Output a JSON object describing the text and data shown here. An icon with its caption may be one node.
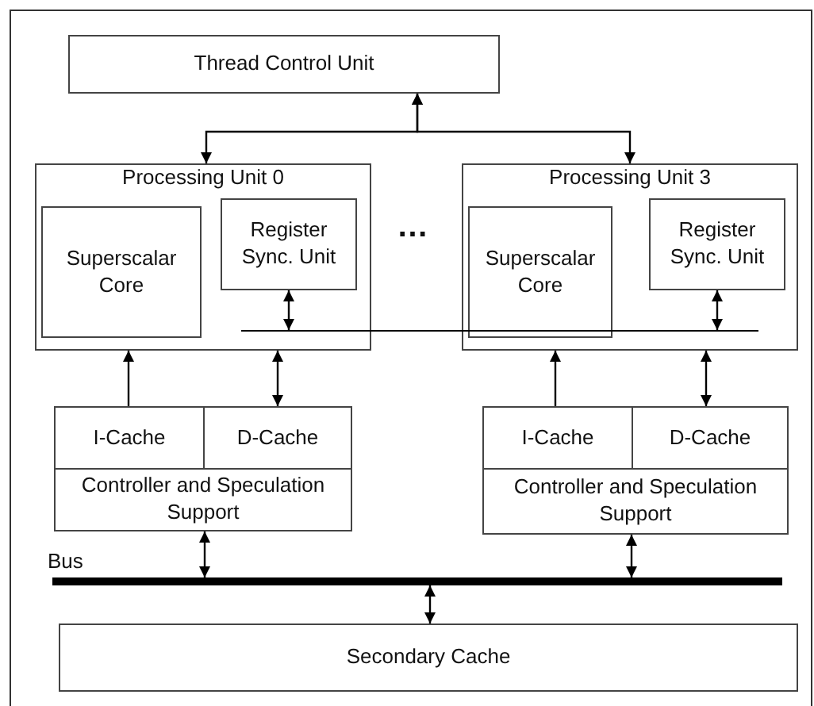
{
  "diagram": {
    "nodes": [
      {
        "text": [
          "Thread Control Unit"
        ]
      },
      {
        "text": [
          "Processing Unit 0"
        ]
      },
      {
        "text": [
          "Superscalar Core"
        ],
        "in": 1
      },
      {
        "text": [
          "Register Sync. Unit"
        ],
        "in": 1
      },
      {
        "text": [
          "Processing Unit 3"
        ]
      },
      {
        "text": [
          "Superscalar Core"
        ],
        "in": 4
      },
      {
        "text": [
          "Register Sync. Unit"
        ],
        "in": 4
      },
      {
        "text": [],
        "shape": "bar"
      },
      {
        "text": [
          "I-Cache"
        ]
      },
      {
        "text": [
          "D-Cache"
        ]
      },
      {
        "text": [
          "Controller and Speculation Support"
        ]
      },
      {
        "text": [
          "I-Cache"
        ]
      },
      {
        "text": [
          "D-Cache"
        ]
      },
      {
        "text": [
          "Controller and Speculation Support"
        ]
      },
      {
        "text": [],
        "shape": "bar",
        "beside": [
          "Bus"
        ]
      },
      {
        "text": [
          "Secondary Cache"
        ]
      }
    ],
    "edges": [
      {
        "from": 0,
        "to": 1,
        "arrow": "both"
      },
      {
        "from": 0,
        "to": 4,
        "arrow": "both"
      },
      {
        "from": 3,
        "to": 7,
        "arrow": "both"
      },
      {
        "from": 6,
        "to": 7,
        "arrow": "both"
      },
      {
        "from": 8,
        "to": 1,
        "arrow": "to"
      },
      {
        "from": 9,
        "to": 1,
        "arrow": "both"
      },
      {
        "from": 11,
        "to": 4,
        "arrow": "to"
      },
      {
        "from": 12,
        "to": 4,
        "arrow": "both"
      },
      {
        "from": 10,
        "to": 14,
        "arrow": "both"
      },
      {
        "from": 13,
        "to": 14,
        "arrow": "both"
      },
      {
        "from": 14,
        "to": 15,
        "arrow": "both"
      }
    ],
    "labels": [
      "…"
    ]
  }
}
